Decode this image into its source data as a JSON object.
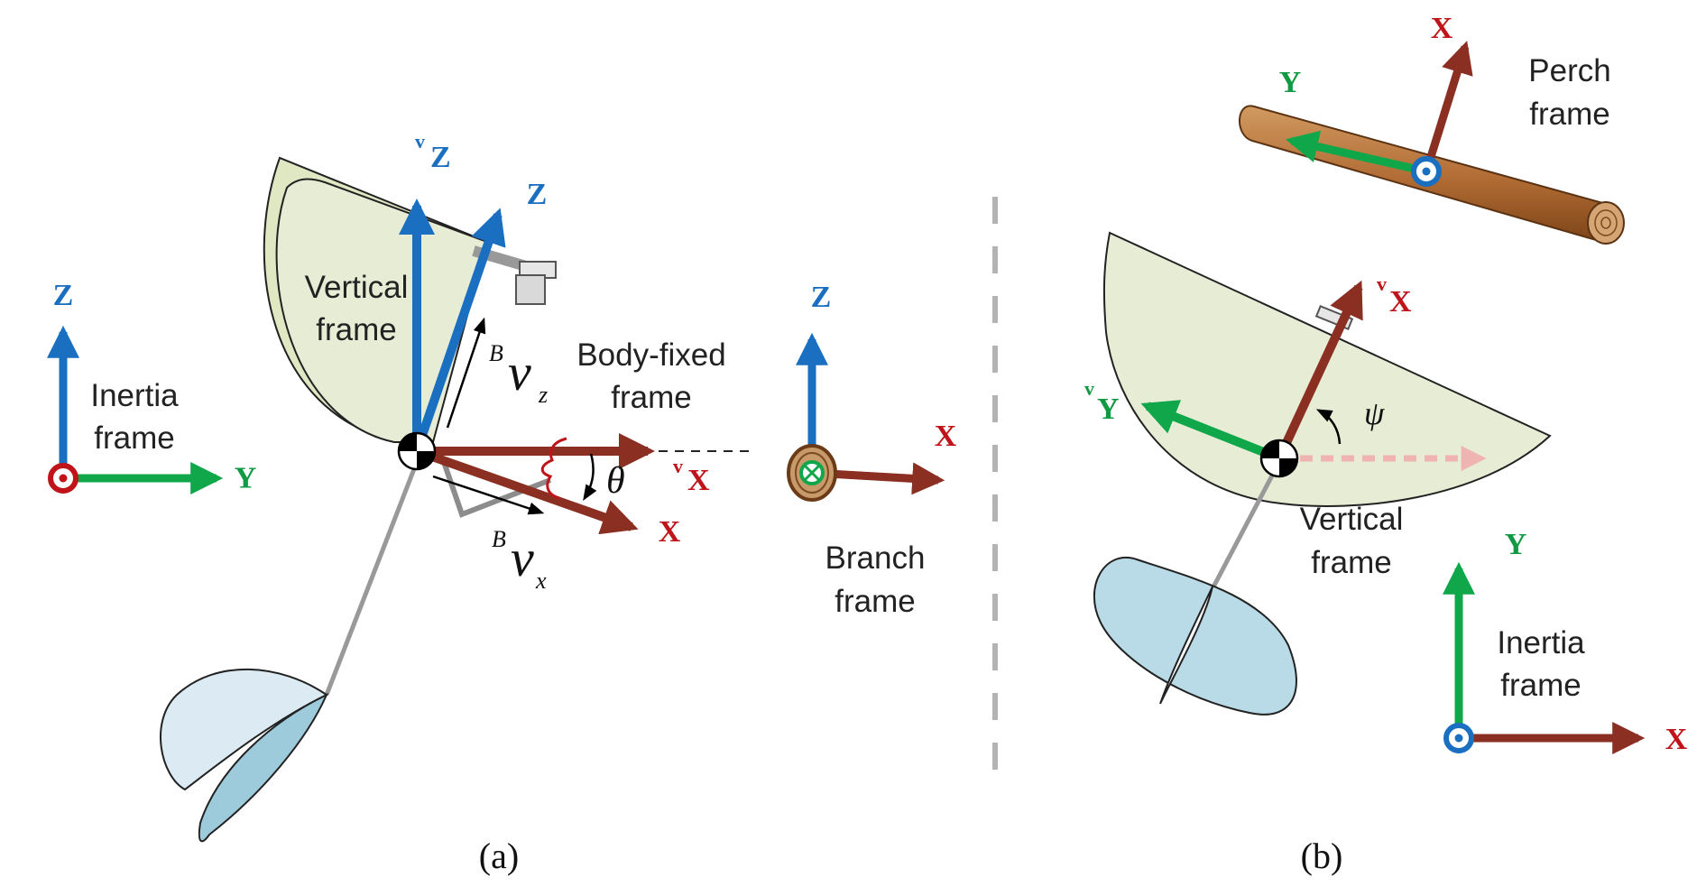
{
  "colors": {
    "x_axis": "#8b2f23",
    "y_axis": "#10a64a",
    "z_axis": "#1b6fc1",
    "x_label": "#c0141b",
    "y_label": "#119a43",
    "z_label": "#1b6fc1",
    "origin_ring_out": "#c0141b",
    "origin_ring_in": "#1b6fc1",
    "wing_fill": "#e7edd5",
    "tail_fill": "#dcebf3",
    "tail_dark": "#9dcbdc",
    "wood": "#b06b33"
  },
  "panel_a": {
    "caption": "(a)",
    "inertia": {
      "frame_label": [
        "Inertia",
        "frame"
      ],
      "z": "Z",
      "y": "Y",
      "origin_symbol": "dot-icon"
    },
    "vertical_frame": {
      "frame_label": [
        "Vertical",
        "frame"
      ],
      "z_sup": "v",
      "z": "Z",
      "x_sup": "v",
      "x": "X"
    },
    "body_frame": {
      "frame_label": [
        "Body-fixed",
        "frame"
      ],
      "z": "Z",
      "x": "X",
      "vz_sup": "B",
      "vz_main": "v",
      "vz_sub": "z",
      "vx_sup": "B",
      "vx_main": "v",
      "vx_sub": "x",
      "angle": "θ"
    },
    "branch": {
      "frame_label": [
        "Branch",
        "frame"
      ],
      "z": "Z",
      "x": "X",
      "origin_symbol": "cross-icon"
    }
  },
  "panel_b": {
    "caption": "(b)",
    "perch": {
      "frame_label": [
        "Perch",
        "frame"
      ],
      "x": "X",
      "y": "Y",
      "origin_symbol": "dot-icon"
    },
    "vertical_frame": {
      "frame_label": [
        "Vertical",
        "frame"
      ],
      "x_sup": "v",
      "x": "X",
      "y_sup": "v",
      "y": "Y",
      "angle": "ψ"
    },
    "inertia": {
      "frame_label": [
        "Inertia",
        "frame"
      ],
      "y": "Y",
      "x": "X",
      "origin_symbol": "dot-icon"
    }
  }
}
